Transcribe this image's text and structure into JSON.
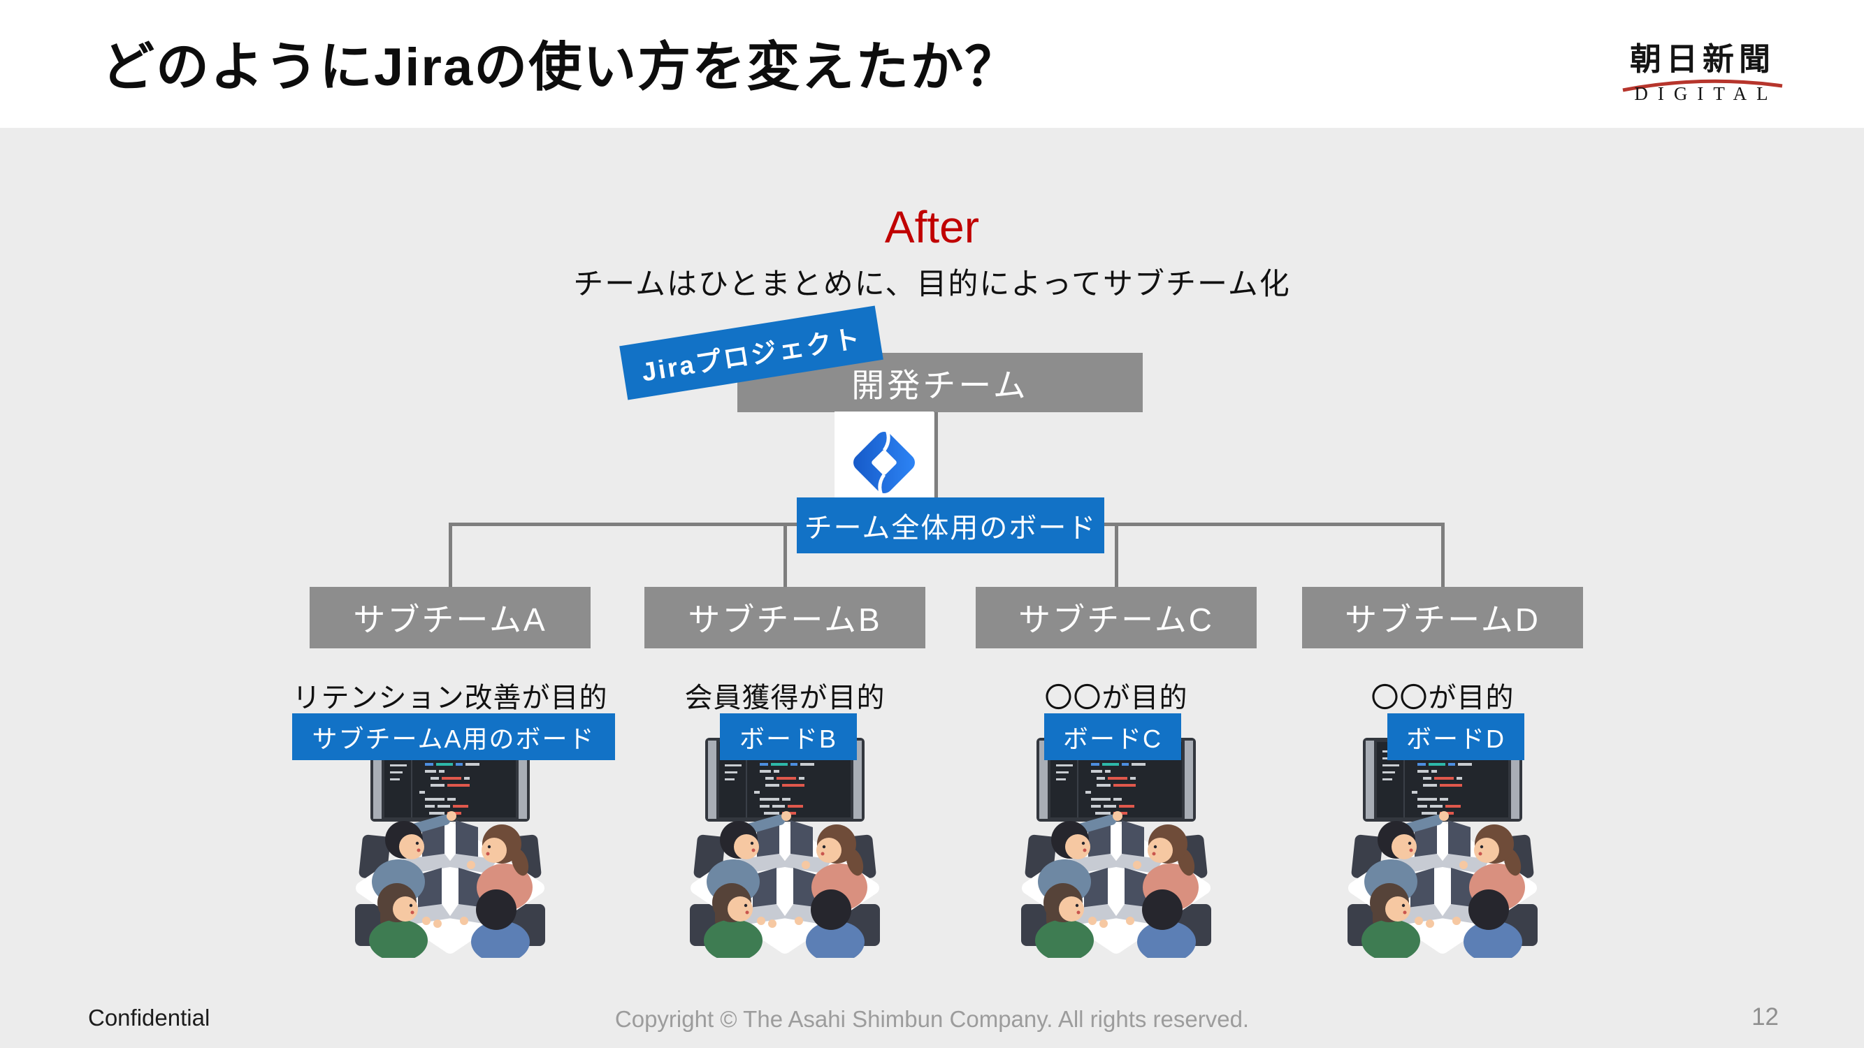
{
  "header": {
    "title": "どのようにJiraの使い方を変えたか？"
  },
  "logo": {
    "name": "朝日新聞",
    "sub": "DIGITAL"
  },
  "diagram": {
    "heading": "After",
    "subheading": "チームはひとまとめに、目的によってサブチーム化",
    "banner": "Jiraプロジェクト",
    "root_team": "開発チーム",
    "root_board": "チーム全体用のボード",
    "jira_icon": "jira-logo",
    "subteams": [
      {
        "name": "サブチームA",
        "purpose": "リテンション改善が目的",
        "board": "サブチームA用のボード"
      },
      {
        "name": "サブチームB",
        "purpose": "会員獲得が目的",
        "board": "ボードB"
      },
      {
        "name": "サブチームC",
        "purpose": "〇〇が目的",
        "board": "ボードC"
      },
      {
        "name": "サブチームD",
        "purpose": "〇〇が目的",
        "board": "ボードD"
      }
    ]
  },
  "footer": {
    "confidential": "Confidential",
    "copyright": "Copyright © The Asahi Shimbun Company. All rights reserved.",
    "page_number": "12"
  },
  "colors": {
    "accent_blue": "#1272C6",
    "box_gray": "#8D8D8D",
    "after_red": "#C00000",
    "background": "#ECECEC",
    "header_background": "#FFFFFF",
    "logo_red": "#B6352C",
    "connector_gray": "#7E7E7E"
  }
}
